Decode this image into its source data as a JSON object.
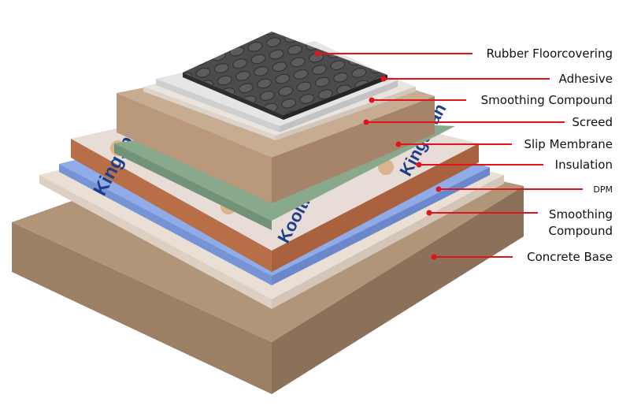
{
  "colors": {
    "leader": "#e0141a",
    "concrete": "#a98c72",
    "smoothing": "#e9ddd2",
    "dpm": "#8aa7e4",
    "insulation": "#b8704a",
    "foil": "#e6ddd6",
    "membrane": "#86a98a",
    "screed": "#c7ab91",
    "adhesive": "#e3e3e3",
    "rubber": "#4b4b4d"
  },
  "layers": [
    {
      "id": "rubber",
      "label": "Rubber Floorcovering"
    },
    {
      "id": "adhesive",
      "label": "Adhesive"
    },
    {
      "id": "smoothing-top",
      "label": "Smoothing Compound"
    },
    {
      "id": "screed",
      "label": "Screed"
    },
    {
      "id": "slip",
      "label": "Slip Membrane"
    },
    {
      "id": "insulation",
      "label": "Insulation"
    },
    {
      "id": "dpm",
      "label": "DPM"
    },
    {
      "id": "smoothing-bottom",
      "label_line1": "Smoothing",
      "label_line2": "Compound"
    },
    {
      "id": "concrete",
      "label": "Concrete Base"
    }
  ],
  "branding": {
    "board_text_1": "Kingspan",
    "board_text_2": "Kooltherm"
  }
}
